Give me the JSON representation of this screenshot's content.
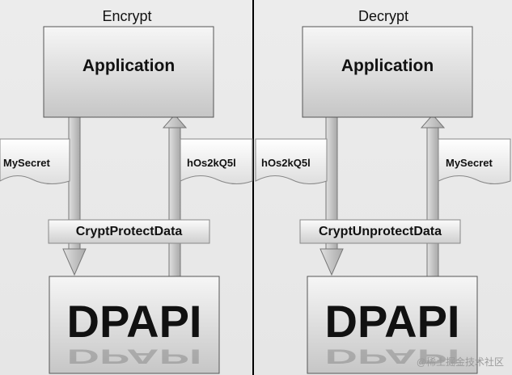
{
  "panels": {
    "encrypt": {
      "title": "Encrypt",
      "app_label": "Application",
      "input_tag": "MySecret",
      "output_tag": "hOs2kQ5l",
      "api_call": "CryptProtectData",
      "dpapi_label": "DPAPI"
    },
    "decrypt": {
      "title": "Decrypt",
      "app_label": "Application",
      "input_tag": "hOs2kQ5l",
      "output_tag": "MySecret",
      "api_call": "CryptUnprotectData",
      "dpapi_label": "DPAPI"
    }
  },
  "watermark": "@稀土掘金技术社区",
  "colors": {
    "background": "#e9e9e9",
    "divider": "#000000",
    "box_fill_top": "#f4f4f4",
    "box_fill_bottom": "#c9c9c9",
    "arrow_fill": "#bdbdbd",
    "text": "#111111"
  }
}
